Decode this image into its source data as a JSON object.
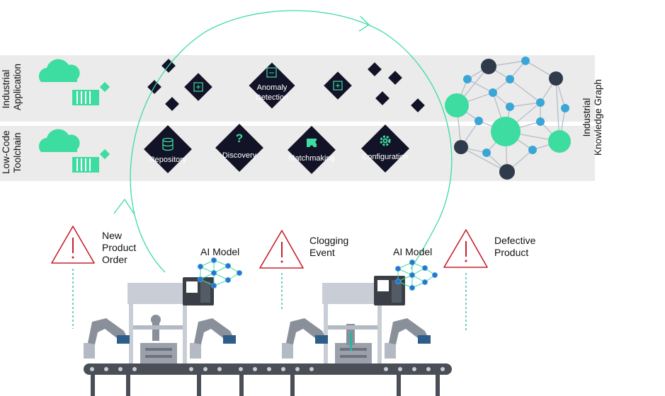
{
  "bands": {
    "application_label_1": "Industrial",
    "application_label_2": "Application",
    "toolchain_label_1": "Low-Code",
    "toolchain_label_2": "Toolchain"
  },
  "modules": {
    "anomaly_1": "Anomaly",
    "anomaly_2": "Detection",
    "repository": "Repository",
    "discovery": "Discovery",
    "matchmaking": "Matchmaking",
    "configuration": "Configuration"
  },
  "graph": {
    "label_1": "Industrial",
    "label_2": "Knowledge Graph"
  },
  "events": {
    "new_order_1": "New",
    "new_order_2": "Product",
    "new_order_3": "Order",
    "clogging_1": "Clogging",
    "clogging_2": "Event",
    "defective_1": "Defective",
    "defective_2": "Product"
  },
  "models": {
    "left": "AI Model",
    "right": "AI Model"
  },
  "colors": {
    "band": "#ebebeb",
    "diamond": "#131327",
    "accent_green": "#3ddca0",
    "node_blue": "#3aa6d6",
    "node_dark": "#2f3b4a",
    "warning_red": "#c8202a",
    "teal_line": "#27b5a3",
    "machine_gray": "#c9ced6",
    "conveyor": "#4a4f57"
  }
}
